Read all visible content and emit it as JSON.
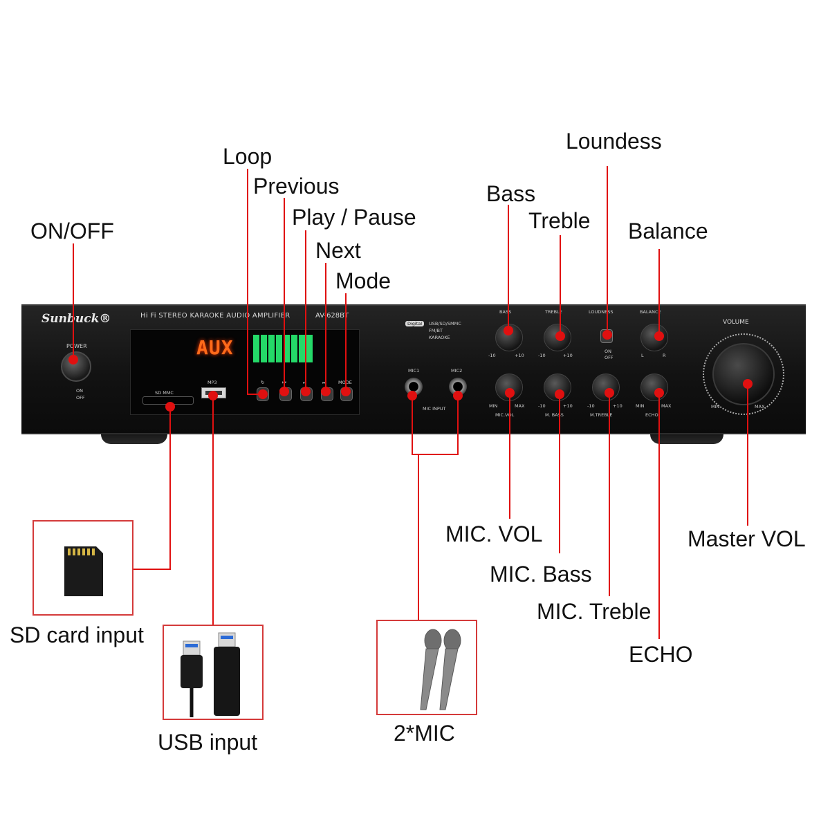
{
  "callouts": {
    "on_off": "ON/OFF",
    "loop": "Loop",
    "previous": "Previous",
    "play_pause": "Play / Pause",
    "next": "Next",
    "mode": "Mode",
    "bass": "Bass",
    "treble": "Treble",
    "loundess": "Loundess",
    "balance": "Balance",
    "mic_vol": "MIC. VOL",
    "mic_bass": "MIC. Bass",
    "mic_treble": "MIC. Treble",
    "echo": "ECHO",
    "master_vol": "Master VOL",
    "sd_card_input": "SD card input",
    "usb_input": "USB input",
    "two_mic": "2*MIC"
  },
  "panel": {
    "brand": "Sunbuck®",
    "subtitle": "Hi Fi STEREO KARAOKE AUDIO AMPLIFIER",
    "model": "AV-628BT",
    "power": "POWER",
    "on": "ON",
    "off": "OFF",
    "display_text": "AUX",
    "digital_badge": "Digital",
    "digital_features": [
      "USB/SD/SMMC",
      "FM/BT",
      "KARAOKE"
    ],
    "sd_mmc": "SD MMC",
    "mp3": "MP3",
    "mode_btn": "MODE",
    "mic1": "MIC1",
    "mic2": "MIC2",
    "mic_input": "MIC INPUT",
    "knobs": {
      "bass": "BASS",
      "treble": "TREBLE",
      "loudness": "LOUDNESS",
      "balance": "BALANCE",
      "mic_vol": "MIC.VOL",
      "m_bass": "M. BASS",
      "m_treble": "M.TREBLE",
      "echo": "ECHO",
      "volume": "VOLUME"
    },
    "scale": {
      "minus10": "-10",
      "plus10": "+10",
      "min": "MIN",
      "max": "MAX",
      "l": "L",
      "r": "R"
    }
  },
  "colors": {
    "accent": "#e01010",
    "frame": "#d43a3a",
    "panel": "#141414"
  }
}
